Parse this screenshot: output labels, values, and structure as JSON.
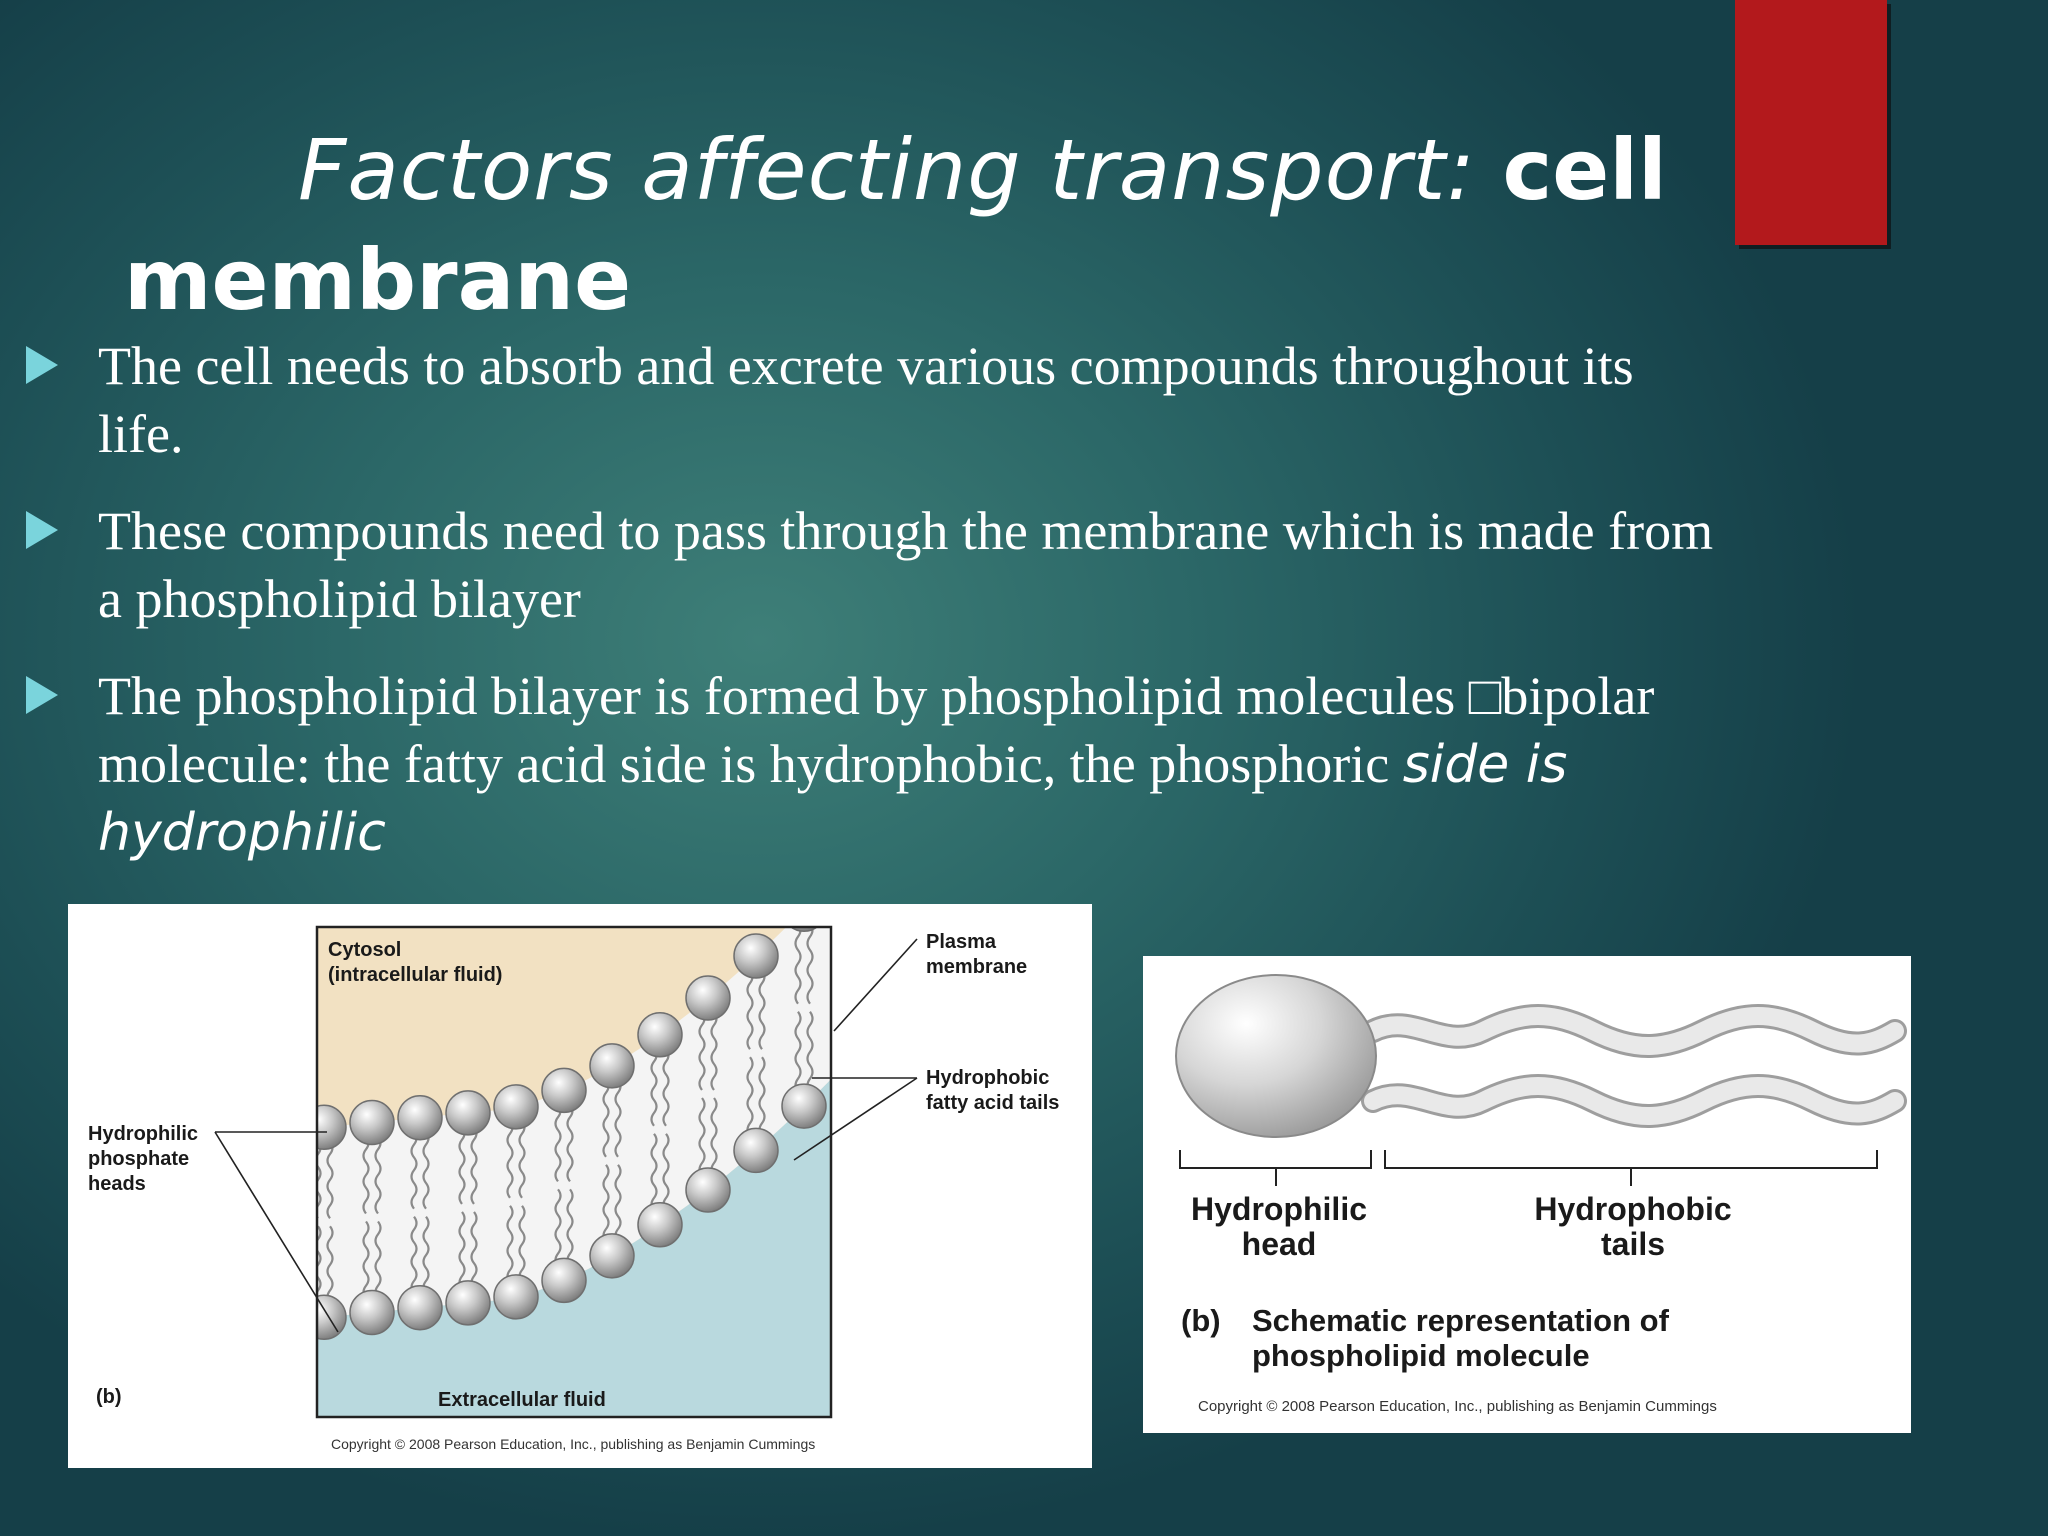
{
  "slide": {
    "title_italic": "Factors affecting transport:",
    "title_bold": "cell",
    "title_bold_line2": "membrane",
    "bullets": [
      {
        "line1": "The cell needs to absorb and excrete various compounds throughout its",
        "line2": "life."
      },
      {
        "line1": "These compounds need to pass through the membrane which is made from",
        "line2": "a phospholipid bilayer"
      },
      {
        "line1": "The phospholipid bilayer is formed by phospholipid molecules □bipolar",
        "line2a": "molecule: the fatty acid side is hydrophobic, the phosphoric ",
        "line2b": "side is",
        "line3": "hydrophilic"
      }
    ]
  },
  "figure_bilayer": {
    "cytosol": "Cytosol",
    "cytosol_sub": "(intracellular fluid)",
    "plasma1": "Plasma",
    "plasma2": "membrane",
    "hydrophobic1": "Hydrophobic",
    "hydrophobic2": "fatty acid tails",
    "hydrophilic1": "Hydrophilic",
    "hydrophilic2": "phosphate",
    "hydrophilic3": "heads",
    "extracellular": "Extracellular fluid",
    "panel_label": "(b)",
    "copyright": "Copyright © 2008 Pearson Education, Inc., publishing as Benjamin Cummings"
  },
  "figure_molecule": {
    "head1": "Hydrophilic",
    "head2": "head",
    "tails1": "Hydrophobic",
    "tails2": "tails",
    "caption_b": "(b)",
    "caption1": "Schematic representation of",
    "caption2": "phospholipid molecule",
    "copyright": "Copyright © 2008 Pearson Education, Inc., publishing as Benjamin Cummings"
  },
  "colors": {
    "accent_red": "#b3191c",
    "bullet_arrow": "#7ad4dc",
    "cytosol_fill": "#f2e1c2",
    "extracellular_fill": "#b9d9de"
  }
}
